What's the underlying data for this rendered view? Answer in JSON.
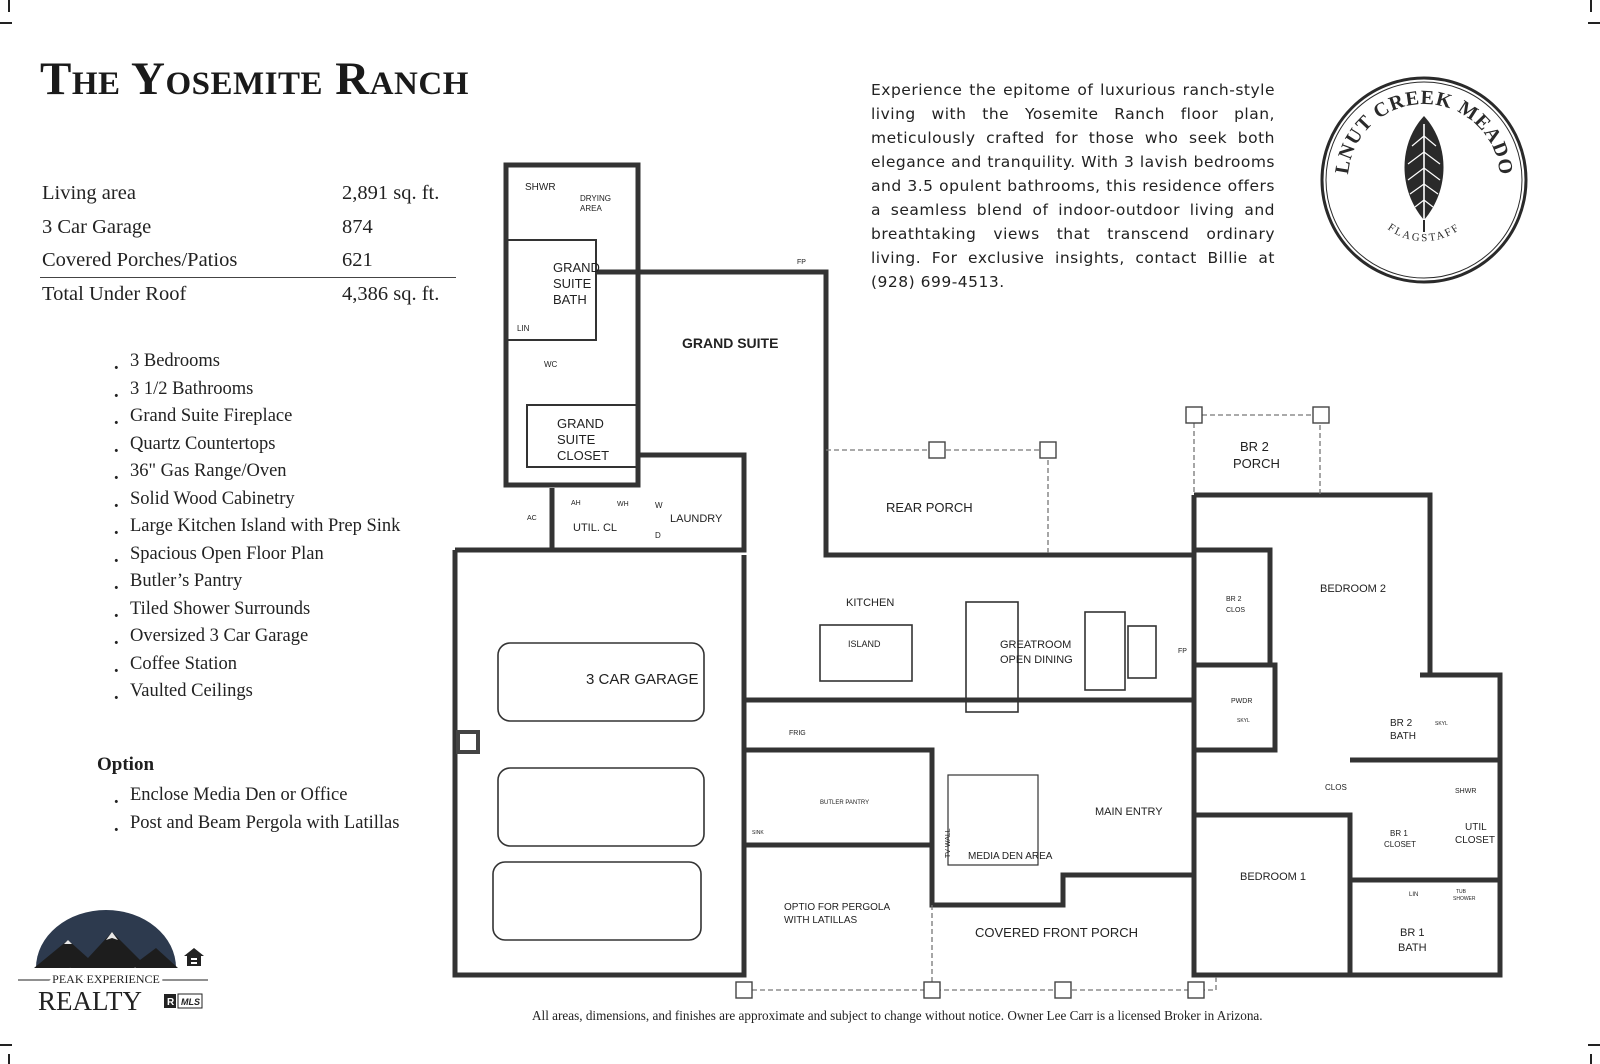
{
  "title": "The Yosemite Ranch",
  "stats": [
    {
      "label": "Living area",
      "value": "2,891 sq. ft."
    },
    {
      "label": "3 Car Garage",
      "value": "874"
    },
    {
      "label": "Covered Porches/Patios",
      "value": "621"
    },
    {
      "label": "Total Under Roof",
      "value": "4,386 sq. ft."
    }
  ],
  "features": [
    "3 Bedrooms",
    "3 1/2 Bathrooms",
    "Grand Suite Fireplace",
    "Quartz Countertops",
    "36\" Gas Range/Oven",
    "Solid Wood Cabinetry",
    "Large Kitchen Island with Prep Sink",
    "Spacious Open Floor Plan",
    "Butler’s Pantry",
    "Tiled Shower Surrounds",
    "Oversized 3 Car Garage",
    "Coffee Station",
    "Vaulted Ceilings"
  ],
  "option_heading": "Option",
  "options": [
    "Enclose Media Den or Office",
    "Post and Beam Pergola with Latillas"
  ],
  "description": "Experience the epitome of luxurious ranch-style living with the Yosemite Ranch floor plan, meticulously crafted for those who seek both elegance and tranquility. With 3 lavish bedrooms and 3.5 opulent bathrooms, this residence offers a seamless blend of indoor-outdoor living and breathtaking views that transcend ordinary living. For exclusive insights, contact Billie at (928) 699-4513.",
  "community_logo": {
    "name": "WALNUT CREEK MEADOWS",
    "city": "FLAGSTAFF",
    "icon": "leaf-icon"
  },
  "realty_logo": {
    "line1": "PEAK EXPERIENCE",
    "line2": "REALTY",
    "mls": "MLS",
    "icons": [
      "mountain-icon",
      "equal-housing-icon",
      "realtor-icon"
    ]
  },
  "disclaimer": "All areas, dimensions, and finishes are approximate and subject to change without notice. Owner Lee Carr is a licensed Broker in Arizona.",
  "rooms": {
    "shwr": "SHWR",
    "drying_area": [
      "DRYING",
      "AREA"
    ],
    "grand_suite_bath": [
      "GRAND",
      "SUITE",
      "BATH"
    ],
    "lin": "LIN",
    "wc": "WC",
    "fp": "FP",
    "grand_suite": "GRAND SUITE",
    "grand_suite_closet": [
      "GRAND",
      "SUITE",
      "CLOSET"
    ],
    "ac": "AC",
    "ah": "AH",
    "wh": "WH",
    "util_cl": "UTIL. CL",
    "laundry": "LAUNDRY",
    "w": "W",
    "d": "D",
    "rear_porch": "REAR PORCH",
    "br2_porch": [
      "BR 2",
      "PORCH"
    ],
    "kitchen": "KITCHEN",
    "island": "ISLAND",
    "greatroom": [
      "GREATROOM",
      "OPEN DINING"
    ],
    "garage": "3 CAR GARAGE",
    "frig": "FRIG",
    "butler_pantry": "BUTLER PANTRY",
    "sink": "SINK",
    "tv_wall": "TV WALL",
    "media_den": "MEDIA DEN AREA",
    "main_entry": "MAIN ENTRY",
    "pergola": [
      "OPTIO FOR PERGOLA",
      "WITH LATILLAS"
    ],
    "covered_front_porch": "COVERED FRONT PORCH",
    "br2_clos": [
      "BR 2",
      "CLOS"
    ],
    "bedroom2": "BEDROOM 2",
    "pwdr": "PWDR",
    "skyl": "SKYL",
    "br2_bath": [
      "BR 2",
      "BATH"
    ],
    "clos": "CLOS",
    "br1_closet": [
      "BR 1",
      "CLOSET"
    ],
    "util_closet": [
      "UTIL",
      "CLOSET"
    ],
    "bedroom1": "BEDROOM 1",
    "tub_shower": [
      "TUB",
      "SHOWER"
    ],
    "br1_bath": [
      "BR 1",
      "BATH"
    ]
  }
}
